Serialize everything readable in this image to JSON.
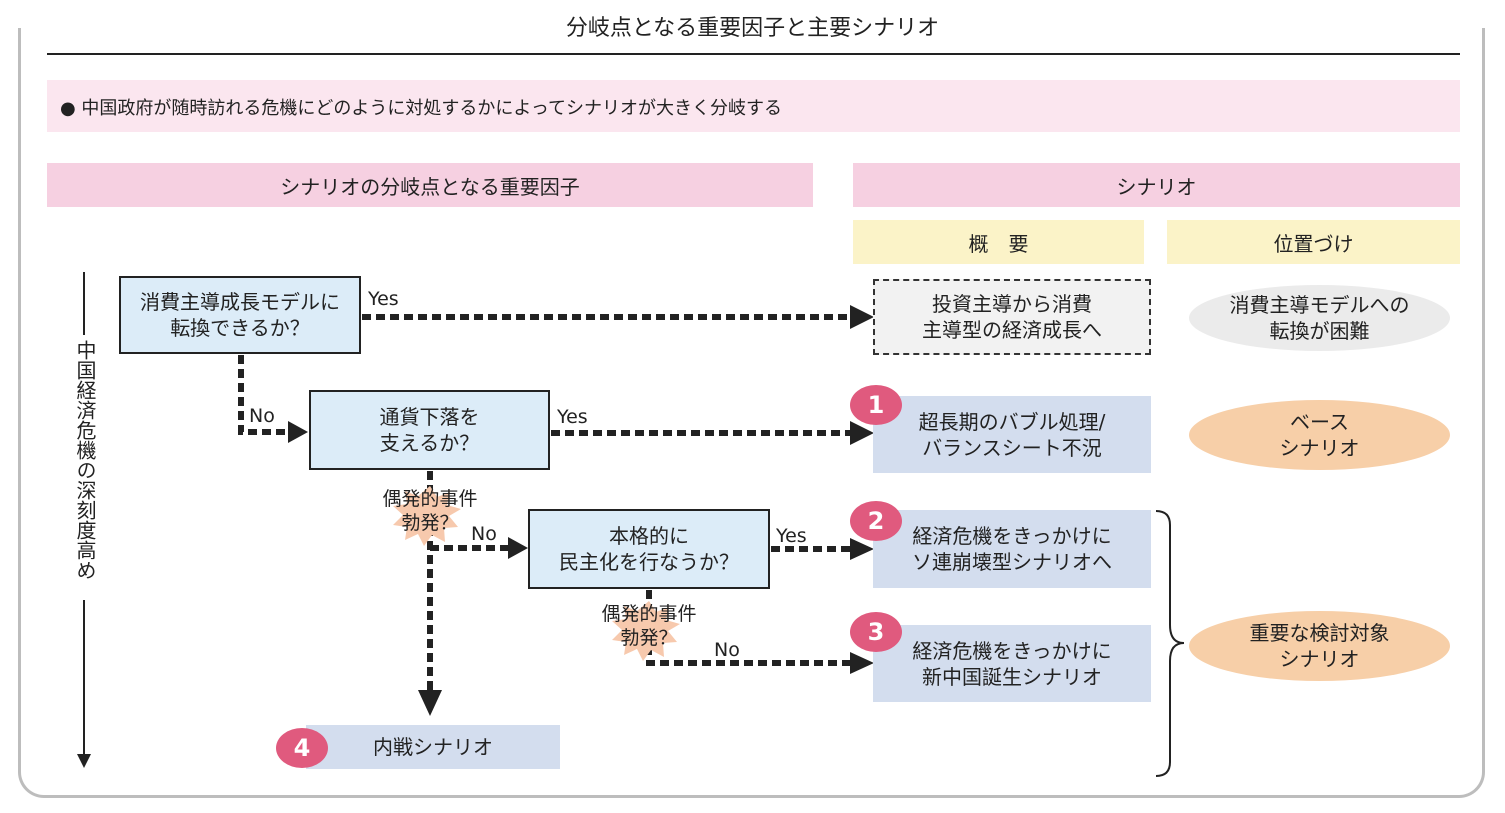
{
  "title": "分岐点となる重要因子と主要シナリオ",
  "note": "● 中国政府が随時訪れる危機にどのように対処するかによってシナリオが大きく分岐する",
  "headers": {
    "factors": "シナリオの分岐点となる重要因子",
    "scenario": "シナリオ",
    "overview": "概　要",
    "position": "位置づけ"
  },
  "axis_label": "中国経済危機の深刻度高め",
  "questions": {
    "q1": "消費主導成長モデルに\n転換できるか？",
    "q2": "通貨下落を\n支えるか？",
    "q3": "本格的に\n民主化を行なうか？"
  },
  "edge_labels": {
    "yes": "Yes",
    "no": "No"
  },
  "event_label": "偶発的事件\n勃発？",
  "scenarios": {
    "s0": "投資主導から消費\n主導型の経済成長へ",
    "s1": "超長期のバブル処理/\nバランスシート不況",
    "s2": "経済危機をきっかけに\nソ連崩壊型シナリオへ",
    "s3": "経済危機をきっかけに\n新中国誕生シナリオ",
    "s4": "内戦シナリオ"
  },
  "badges": [
    "1",
    "2",
    "3",
    "4"
  ],
  "positions": {
    "p0": "消費主導モデルへの\n転換が困難",
    "p1": "ベース\nシナリオ",
    "p2": "重要な検討対象\nシナリオ"
  },
  "colors": {
    "band": "#f6d0e1",
    "subheader": "#fbf3c8",
    "question_box": "#dcecf8",
    "scenario_box": "#d3ddee",
    "badge": "#e05a7e",
    "orange_ellipse": "#f7cfa8"
  }
}
